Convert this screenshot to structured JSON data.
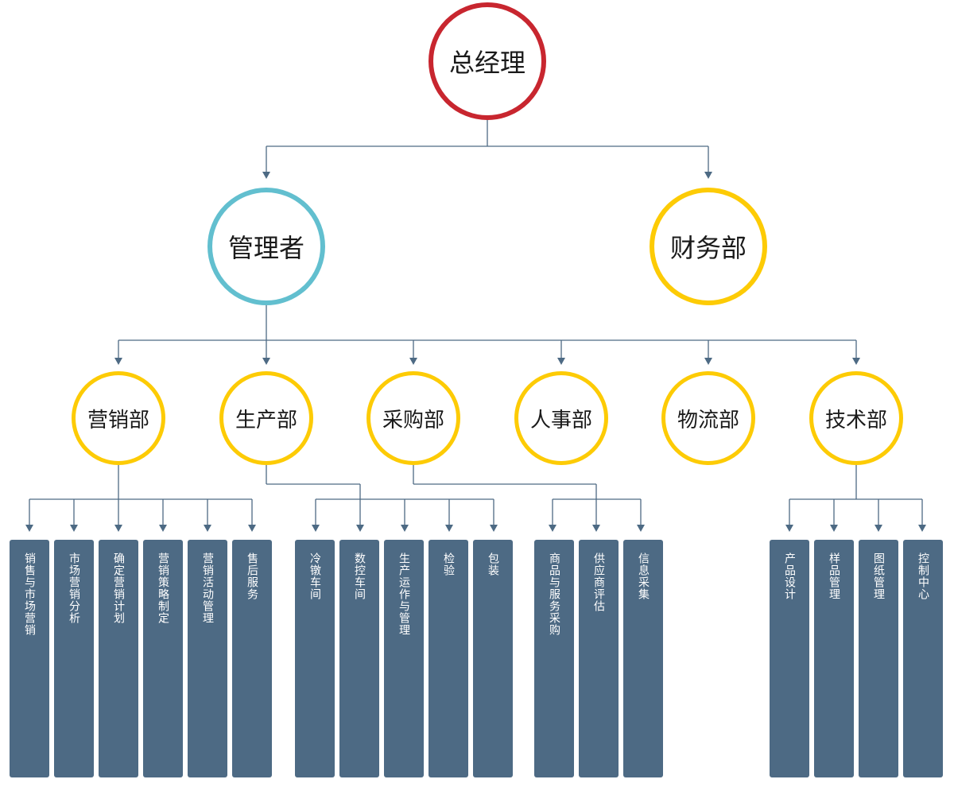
{
  "colors": {
    "top_ring": "#c8262f",
    "manager_ring": "#62bfcf",
    "dept_ring": "#fdcb05",
    "box_fill": "#4d6a84",
    "connector": "#4d6a84"
  },
  "root": {
    "label": "总经理"
  },
  "level2": {
    "manager": "管理者",
    "finance": "财务部"
  },
  "departments": {
    "marketing": "营销部",
    "production": "生产部",
    "purchasing": "采购部",
    "hr": "人事部",
    "logistics": "物流部",
    "technology": "技术部"
  },
  "tasks": {
    "marketing": [
      "销售与市场营销",
      "市场营销分析",
      "确定营销计划",
      "营销策略制定",
      "营销活动管理",
      "售后服务"
    ],
    "production": [
      "冷镦车间",
      "数控车间",
      "生产运作与管理",
      "检验",
      "包装"
    ],
    "purchasing": [
      "商品与服务采购",
      "供应商评估",
      "信息采集"
    ],
    "technology": [
      "产品设计",
      "样品管理",
      "图纸管理",
      "控制中心"
    ]
  }
}
